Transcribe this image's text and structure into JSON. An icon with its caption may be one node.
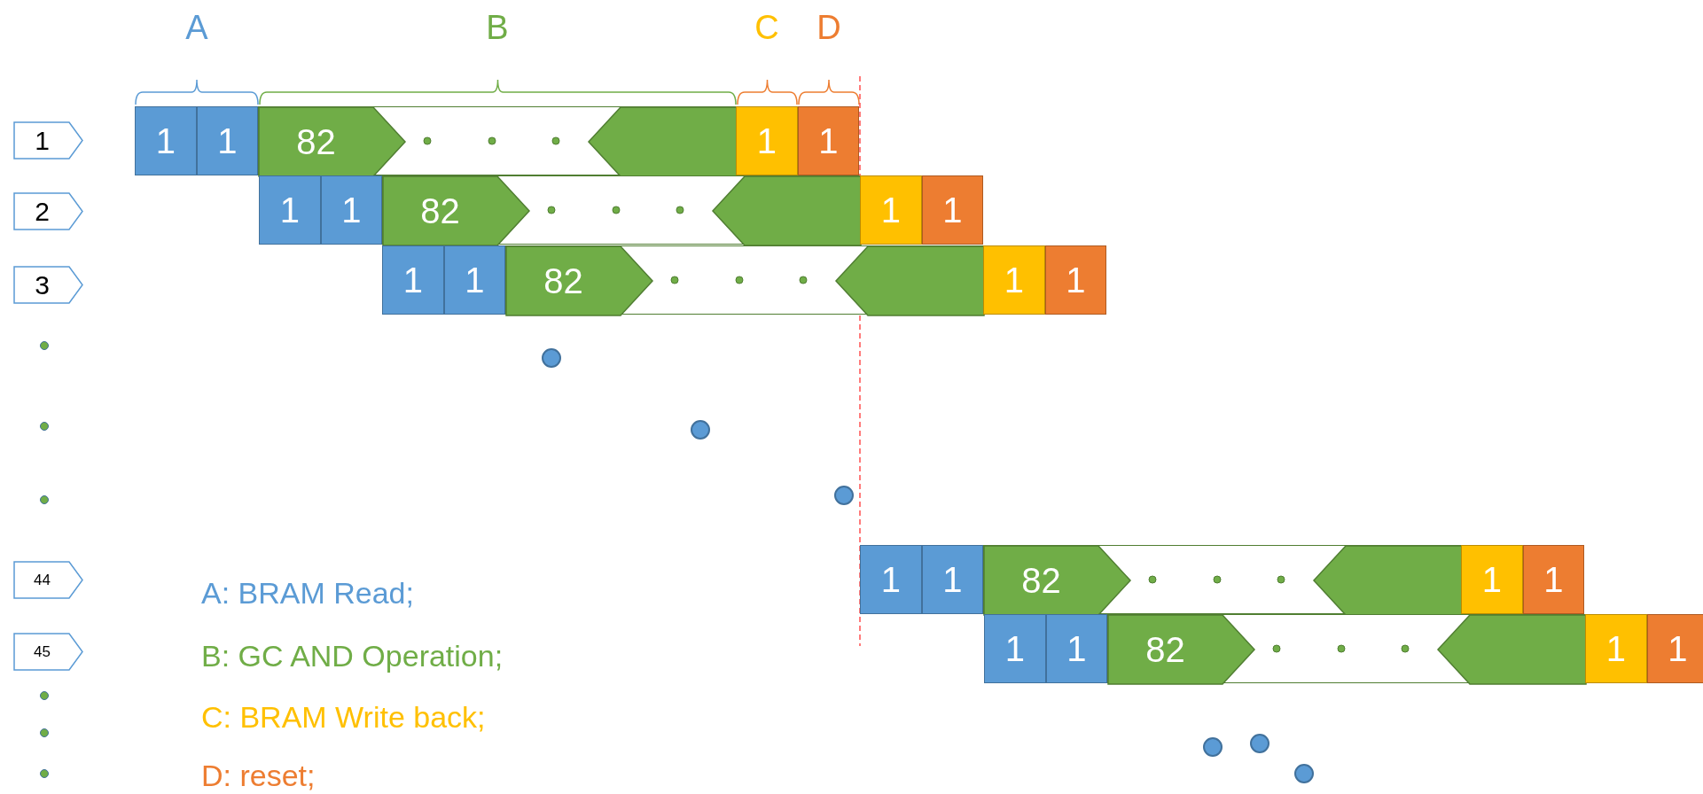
{
  "diagram": {
    "nodes": [
      {
        "text": [
          "1"
        ]
      },
      {
        "text": [
          "1"
        ]
      },
      {
        "text": [
          "1"
        ]
      },
      {
        "text": [],
        "shape": "box"
      },
      {
        "text": [
          "82"
        ],
        "in": 3
      },
      {
        "text": [],
        "shape": "chevron",
        "in": 3
      },
      {
        "text": [
          "1"
        ]
      },
      {
        "text": [
          "1"
        ]
      },
      {
        "text": [
          "2"
        ]
      },
      {
        "text": [
          "1"
        ]
      },
      {
        "text": [
          "1"
        ]
      },
      {
        "text": [],
        "shape": "box"
      },
      {
        "text": [
          "82"
        ],
        "in": 11
      },
      {
        "text": [],
        "shape": "chevron",
        "in": 11
      },
      {
        "text": [
          "1"
        ]
      },
      {
        "text": [
          "1"
        ]
      },
      {
        "text": [
          "3"
        ]
      },
      {
        "text": [
          "1"
        ]
      },
      {
        "text": [
          "1"
        ]
      },
      {
        "text": [],
        "shape": "box"
      },
      {
        "text": [
          "82"
        ],
        "in": 19
      },
      {
        "text": [],
        "shape": "chevron",
        "in": 19
      },
      {
        "text": [
          "1"
        ]
      },
      {
        "text": [
          "1"
        ]
      },
      {
        "text": [
          "44"
        ]
      },
      {
        "text": [
          "1"
        ]
      },
      {
        "text": [
          "1"
        ]
      },
      {
        "text": [],
        "shape": "box"
      },
      {
        "text": [
          "82"
        ],
        "in": 27
      },
      {
        "text": [],
        "shape": "chevron",
        "in": 27
      },
      {
        "text": [
          "1"
        ]
      },
      {
        "text": [
          "1"
        ]
      },
      {
        "text": [
          "45"
        ]
      },
      {
        "text": [
          "1"
        ]
      },
      {
        "text": [
          "1"
        ]
      },
      {
        "text": [],
        "shape": "box"
      },
      {
        "text": [
          "82"
        ],
        "in": 35
      },
      {
        "text": [],
        "shape": "chevron",
        "in": 35
      },
      {
        "text": [
          "1"
        ]
      },
      {
        "text": [
          "1"
        ]
      }
    ],
    "labels": [
      "A",
      "B",
      "C",
      "D"
    ],
    "legend": [
      {
        "text": "A: BRAM Read;",
        "color": "#5b9bd5"
      },
      {
        "text": "B: GC AND Operation;",
        "color": "#70ad47"
      },
      {
        "text": "C: BRAM Write back;",
        "color": "#ffc000"
      },
      {
        "text": "D: reset;",
        "color": "#ed7d31"
      }
    ]
  }
}
